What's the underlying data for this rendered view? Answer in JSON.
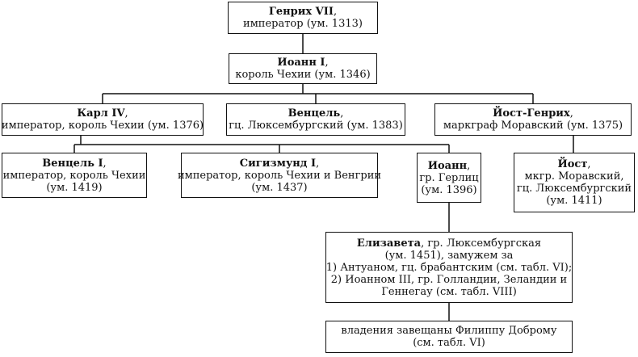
{
  "nodes": {
    "henry": {
      "name": "Генрих VII",
      "sep": ",",
      "lines": [
        "император (ум. 1313)"
      ]
    },
    "john_i": {
      "name": "Иоанн I",
      "sep": ",",
      "lines": [
        "король Чехии (ум. 1346)"
      ]
    },
    "charles_iv": {
      "name": "Карл IV",
      "sep": ",",
      "lines": [
        "император, король Чехии (ум. 1376)"
      ]
    },
    "wenceslas": {
      "name": "Венцель",
      "sep": ",",
      "lines": [
        "гц. Люксембургский (ум. 1383)"
      ]
    },
    "jost_henry": {
      "name": "Йост-Генрих",
      "sep": ",",
      "lines": [
        "маркграф Моравский (ум. 1375)"
      ]
    },
    "wenceslas_i": {
      "name": "Венцель I",
      "sep": ",",
      "lines": [
        "император, король Чехии",
        "(ум. 1419)"
      ]
    },
    "sigismund": {
      "name": "Сигизмунд I",
      "sep": ",",
      "lines": [
        "император, король Чехии и Венгрии",
        "(ум. 1437)"
      ]
    },
    "john_gorlitz": {
      "name": "Иоанн",
      "sep": ",",
      "lines": [
        "гр. Герлиц",
        "(ум. 1396)"
      ]
    },
    "jost": {
      "name": "Йост",
      "sep": ",",
      "lines": [
        "мкгр. Моравский,",
        "гц. Люксембургский",
        "(ум. 1411)"
      ]
    },
    "elisabeth": {
      "name": "Елизавета",
      "sep": ", гр. Люксембургская",
      "lines": [
        "(ум. 1451), замужем за",
        "1) Антуаном, гц. брабантским (см. табл. VI);",
        "2) Иоанном III, гр. Голландии, Зеландии и",
        "Геннегау (см. табл. VIII)"
      ]
    },
    "bequest": {
      "name": "",
      "sep": "",
      "lines": [
        "владения завещаны Филиппу Доброму",
        "(см. табл. VI)"
      ]
    }
  }
}
